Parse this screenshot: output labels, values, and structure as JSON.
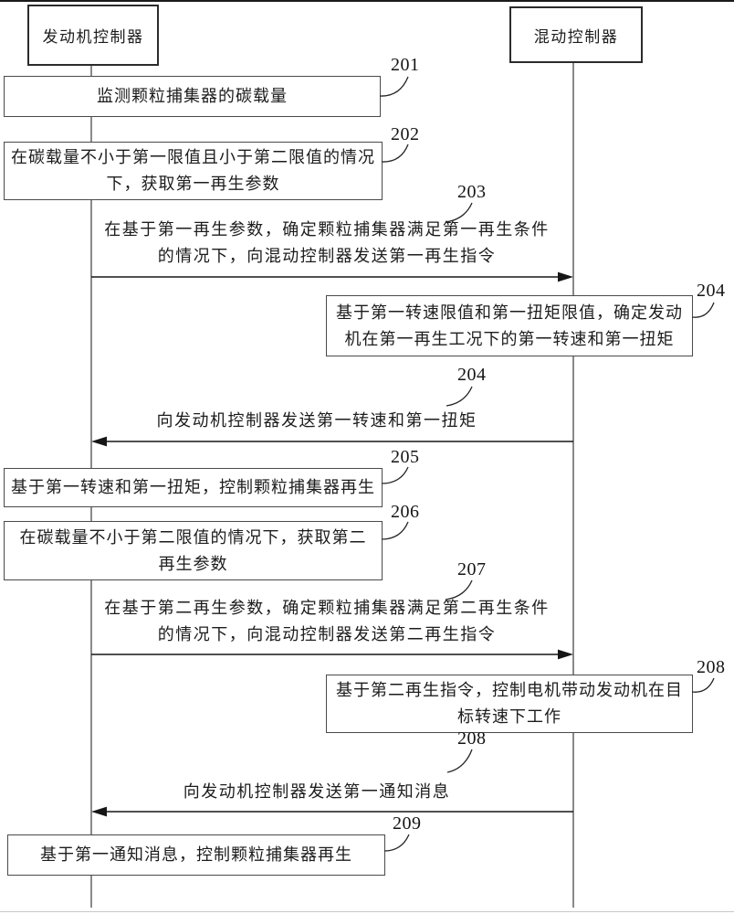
{
  "figure": {
    "type": "sequence-diagram",
    "actors": [
      {
        "label": "发动机控制器"
      },
      {
        "label": "混动控制器"
      }
    ],
    "steps": [
      {
        "num": "201",
        "kind": "action-box",
        "actor": "发动机控制器",
        "lines": [
          "监测颗粒捕集器的碳载量"
        ]
      },
      {
        "num": "202",
        "kind": "action-box",
        "actor": "发动机控制器",
        "lines": [
          "在碳载量不小于第一限值且小于第二限值的情况",
          "下，获取第一再生参数"
        ]
      },
      {
        "num": "203",
        "kind": "message",
        "arrow": "to_right",
        "lines": [
          "在基于第一再生参数，确定颗粒捕集器满足第一再生条件",
          "的情况下，向混动控制器发送第一再生指令"
        ]
      },
      {
        "num": "204",
        "kind": "action-box",
        "actor": "混动控制器",
        "lines": [
          "基于第一转速限值和第一扭矩限值，确定发动",
          "机在第一再生工况下的第一转速和第一扭矩"
        ]
      },
      {
        "num": "204",
        "kind": "message",
        "arrow": "to_left",
        "lines": [
          "向发动机控制器发送第一转速和第一扭矩"
        ]
      },
      {
        "num": "205",
        "kind": "action-box",
        "actor": "发动机控制器",
        "lines": [
          "基于第一转速和第一扭矩，控制颗粒捕集器再生"
        ]
      },
      {
        "num": "206",
        "kind": "action-box",
        "actor": "发动机控制器",
        "lines": [
          "在碳载量不小于第二限值的情况下，获取第二",
          "再生参数"
        ]
      },
      {
        "num": "207",
        "kind": "message",
        "arrow": "to_right",
        "lines": [
          "在基于第二再生参数，确定颗粒捕集器满足第二再生条件",
          "的情况下，向混动控制器发送第二再生指令"
        ]
      },
      {
        "num": "208",
        "kind": "action-box",
        "actor": "混动控制器",
        "lines": [
          "基于第二再生指令，控制电机带动发动机在目",
          "标转速下工作"
        ]
      },
      {
        "num": "208",
        "kind": "message",
        "arrow": "to_left",
        "lines": [
          "向发动机控制器发送第一通知消息"
        ]
      },
      {
        "num": "209",
        "kind": "action-box",
        "actor": "发动机控制器",
        "lines": [
          "基于第一通知消息，控制颗粒捕集器再生"
        ]
      }
    ],
    "colors": {
      "ink": "#1c1c1c",
      "box_border": "#4a4a4a",
      "background": "#ffffff"
    }
  }
}
